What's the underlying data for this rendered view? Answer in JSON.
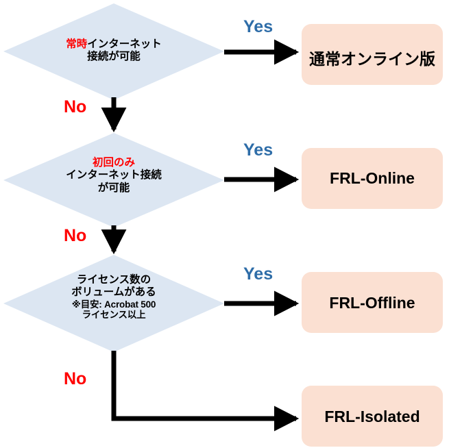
{
  "diagram": {
    "type": "flowchart",
    "title_visible": false,
    "colors": {
      "decision_fill": "#DCE6F2",
      "result_fill": "#FBE0D2",
      "connector": "#000000",
      "yes_label": "#2E6DA8",
      "no_label": "#FF0000",
      "emphasis_text": "#FF0000",
      "body_text": "#000000",
      "background": "#FFFFFF"
    },
    "decisions": [
      {
        "id": "decision-1",
        "lines": [
          {
            "emphasis": "常時",
            "text": "インターネット"
          },
          {
            "emphasis": "",
            "text": "接続が可能"
          }
        ]
      },
      {
        "id": "decision-2",
        "lines": [
          {
            "emphasis": "初回のみ",
            "text": ""
          },
          {
            "emphasis": "",
            "text": "インターネット接続"
          },
          {
            "emphasis": "",
            "text": "が可能"
          }
        ]
      },
      {
        "id": "decision-3",
        "lines": [
          {
            "emphasis": "",
            "text": "ライセンス数の"
          },
          {
            "emphasis": "",
            "text": "ボリュームがある"
          },
          {
            "emphasis": "",
            "text": "※目安: Acrobat 500",
            "small": true
          },
          {
            "emphasis": "",
            "text": "ライセンス以上",
            "small": true
          }
        ]
      }
    ],
    "results": [
      {
        "id": "result-1",
        "label": "通常オンライン版"
      },
      {
        "id": "result-2",
        "label": "FRL-Online"
      },
      {
        "id": "result-3",
        "label": "FRL-Offline"
      },
      {
        "id": "result-4",
        "label": "FRL-Isolated"
      }
    ],
    "edge_labels": {
      "yes_1": "Yes",
      "yes_2": "Yes",
      "yes_3": "Yes",
      "no_1": "No",
      "no_2": "No",
      "no_3": "No"
    }
  }
}
